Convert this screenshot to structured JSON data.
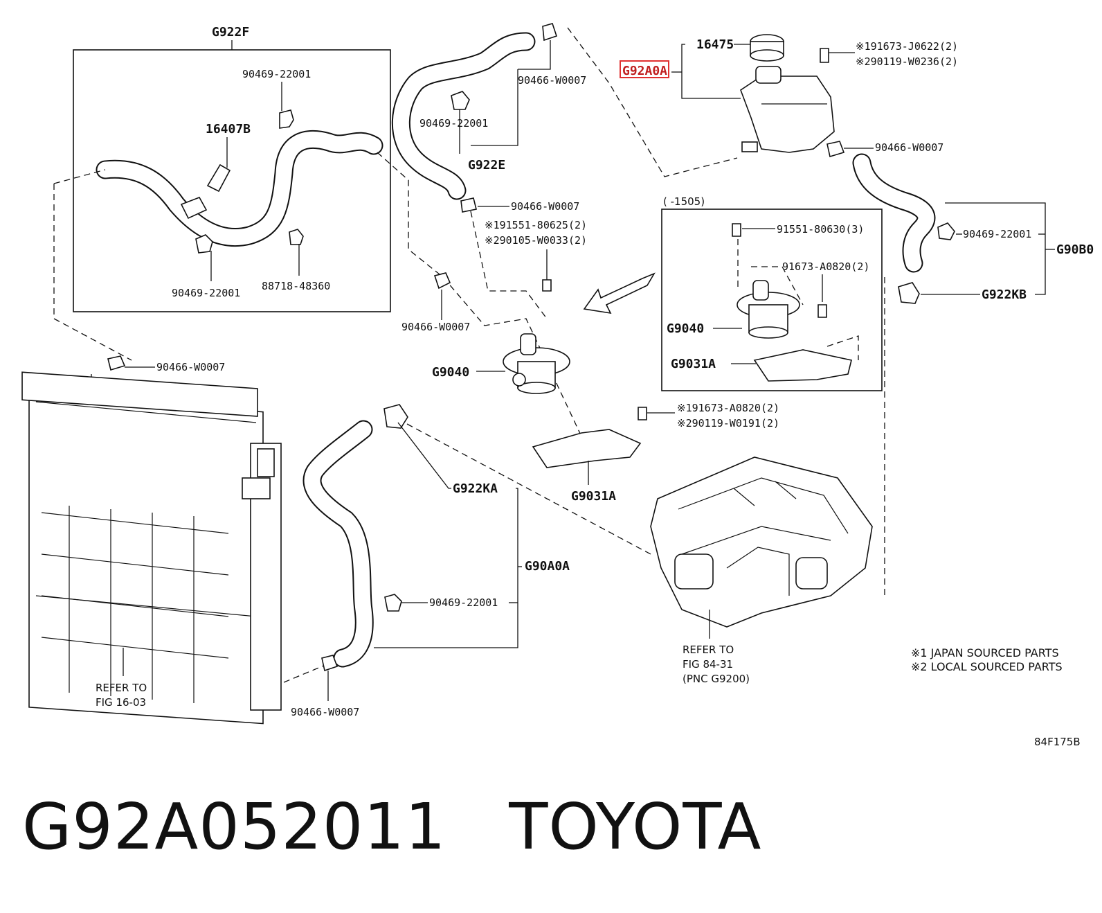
{
  "labels": {
    "g922f": "G922F",
    "p90469_a": "90469-22001",
    "p16407b": "16407B",
    "p90469_b": "90469-22001",
    "p88718": "88718-48360",
    "p90466_top": "90466-W0007",
    "p90469_c": "90469-22001",
    "g922e": "G922E",
    "p90466_mid": "90466-W0007",
    "n1_91551": "※191551-80625(2)",
    "n2_90105": "※290105-W0033(2)",
    "p90466_left": "90466-W0007",
    "p90466_rad": "90466-W0007",
    "g9040_main": "G9040",
    "n1_91673": "※191673-A0820(2)",
    "n2_90119_b": "※290119-W0191(2)",
    "g9031a_main": "G9031A",
    "g922ka": "G922KA",
    "g90a0a": "G90A0A",
    "p90469_d": "90469-22001",
    "p90466_bot": "90466-W0007",
    "refer_fig16_l1": "REFER TO",
    "refer_fig16_l2": "FIG 16-03",
    "p16475": "16475",
    "g92a0a": "G92A0A",
    "n1_91673_j": "※191673-J0622(2)",
    "n2_90119_a": "※290119-W0236(2)",
    "p90466_tank": "90466-W0007",
    "range": "(     -1505)",
    "p91551_80630": "91551-80630(3)",
    "p91673_a0820": "91673-A0820(2)",
    "g9040_inset": "G9040",
    "g9031a_inset": "G9031A",
    "p90469_e": "90469-22001",
    "g90b0": "G90B0",
    "g922kb": "G922KB",
    "refer_fig84_l1": "REFER TO",
    "refer_fig84_l2": "FIG 84-31",
    "refer_fig84_l3": "(PNC G9200)",
    "legend_1": "※1 JAPAN SOURCED PARTS",
    "legend_2": "※2 LOCAL SOURCED PARTS",
    "figure_id": "84F175B"
  },
  "footer": {
    "part_number": "G92A052011",
    "brand": "TOYOTA"
  },
  "highlight_color": "#e03030"
}
